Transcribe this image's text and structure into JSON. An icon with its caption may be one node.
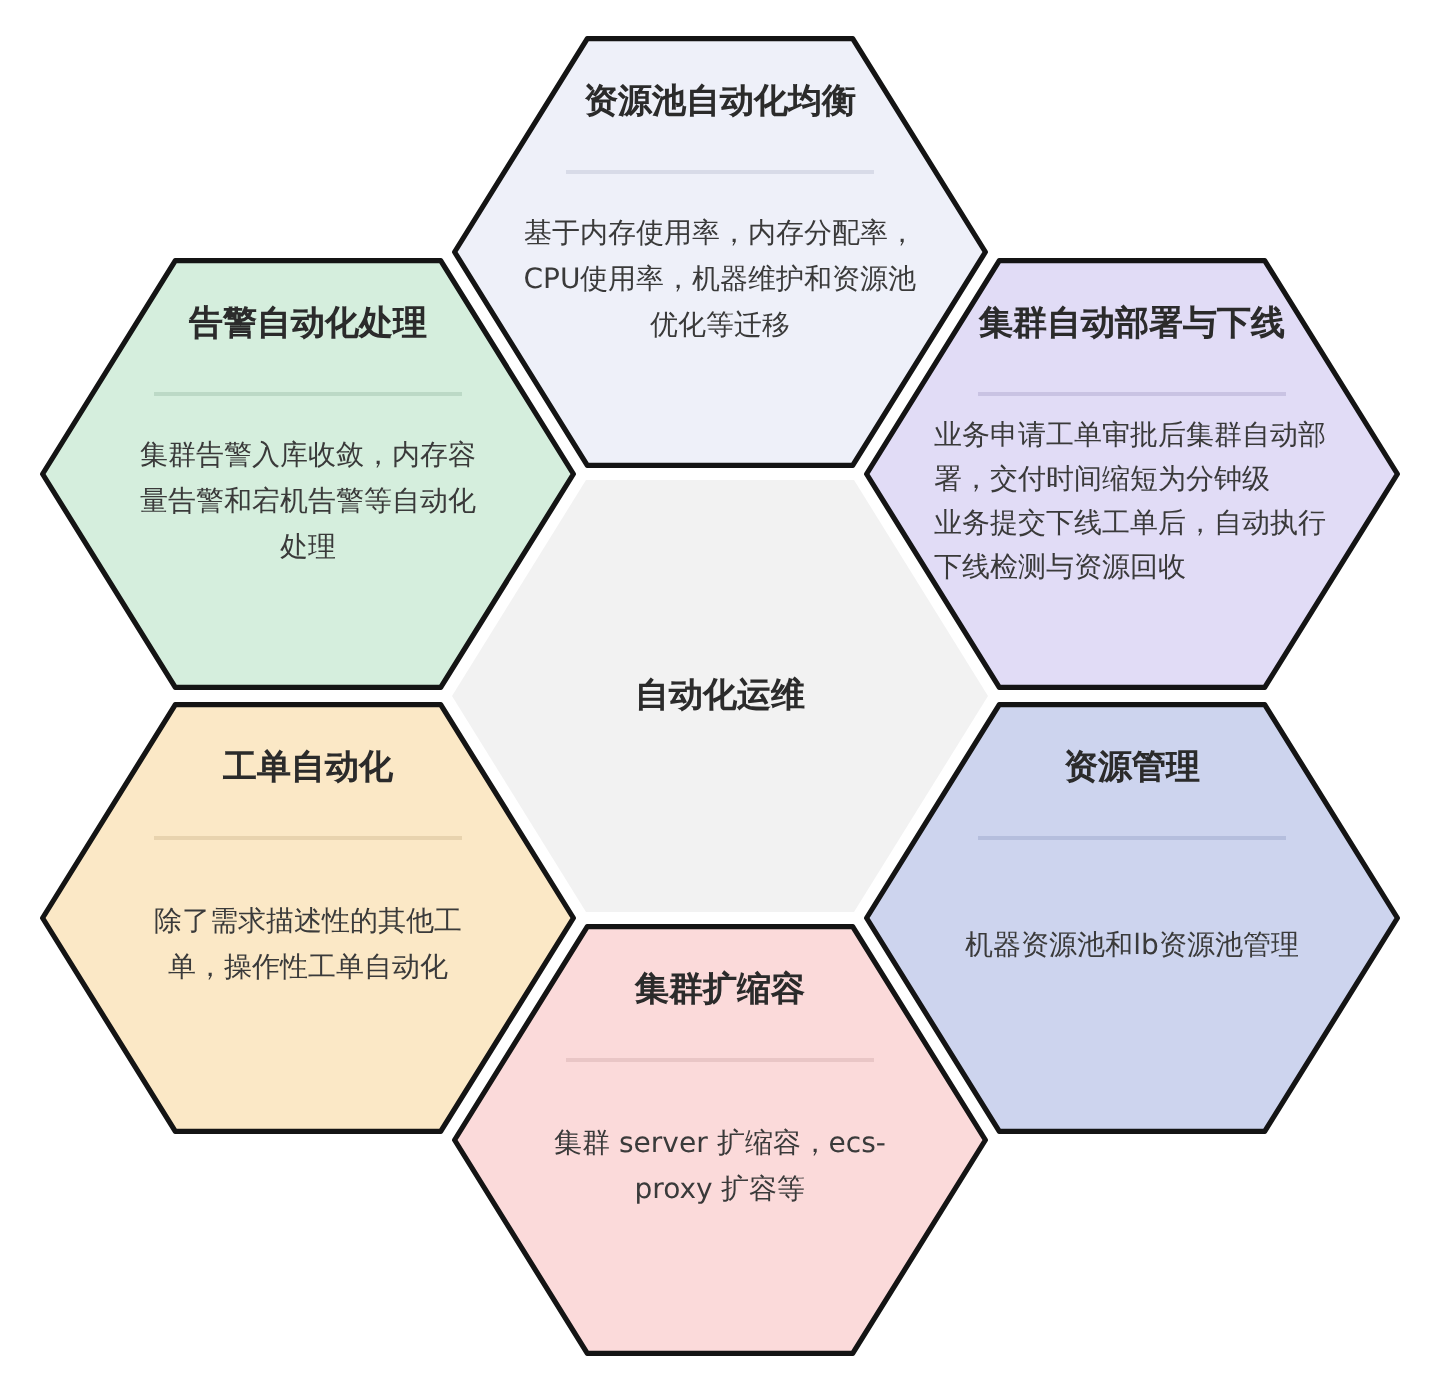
{
  "diagram": {
    "nodes": [
      {
        "text": [
          "资源池自动化均衡",
          "基于内存使用率，内存分配率，CPU使用率，机器维护和资源池优化等迁移"
        ]
      },
      {
        "text": [
          "告警自动化处理",
          "集群告警入库收敛，内存容量告警和宕机告警等自动化处理"
        ]
      },
      {
        "text": [
          "集群自动部署与下线",
          "业务申请工单审批后集群自动部署，交付时间缩短为分钟级",
          "业务提交下线工单后，自动执行下线检测与资源回收"
        ]
      },
      {
        "text": [
          "自动化运维"
        ]
      },
      {
        "text": [
          "工单自动化",
          "除了需求描述性的其他工单，操作性工单自动化"
        ]
      },
      {
        "text": [
          "资源管理",
          "机器资源池和lb资源池管理"
        ]
      },
      {
        "text": [
          "集群扩缩容",
          "集群 server 扩缩容，ecs-proxy 扩容等"
        ]
      }
    ]
  }
}
